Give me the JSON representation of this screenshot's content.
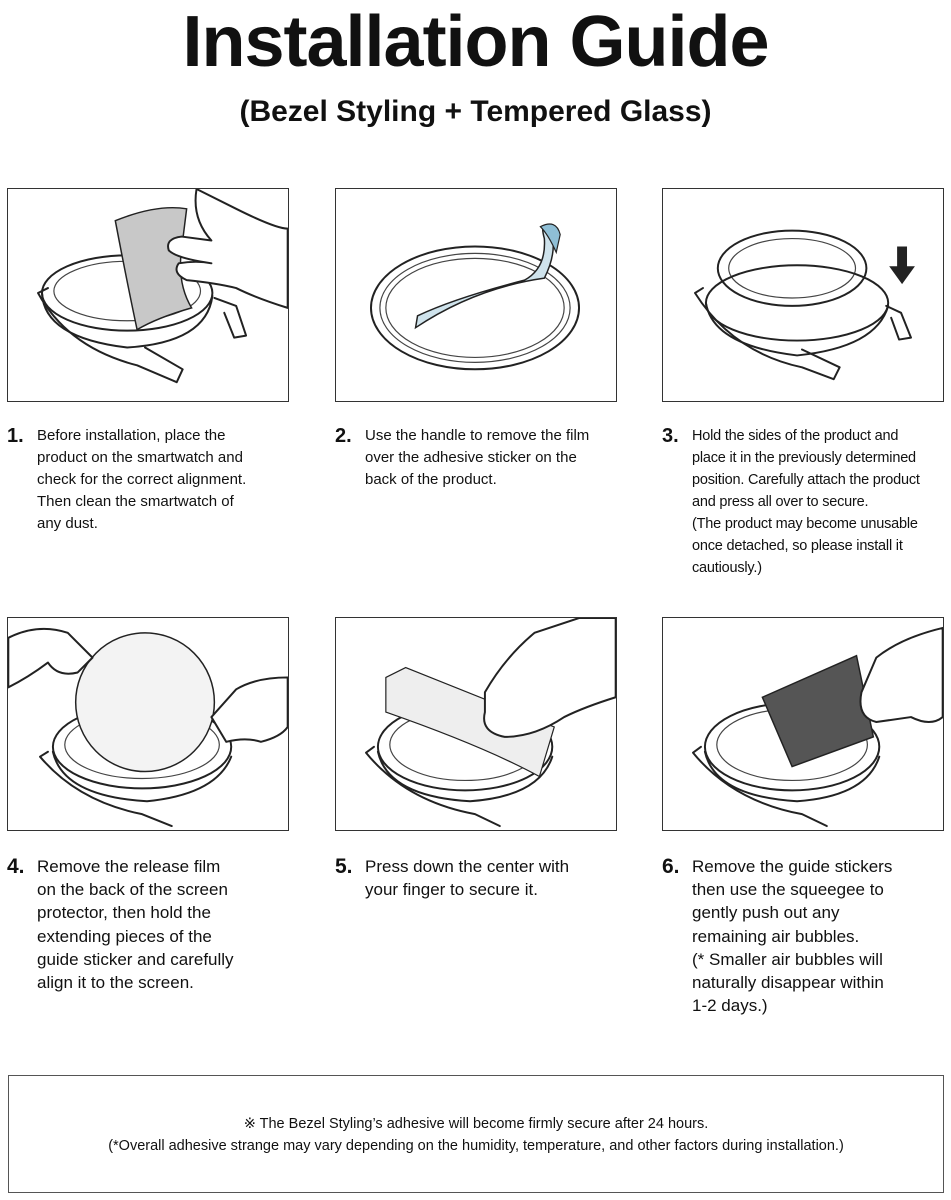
{
  "header": {
    "title": "Installation Guide",
    "subtitle": "(Bezel Styling + Tempered Glass)"
  },
  "steps": [
    {
      "number": "1.",
      "text": "Before installation, place the\nproduct on the smartwatch and\ncheck for the correct alignment.\nThen clean the smartwatch of\nany dust."
    },
    {
      "number": "2.",
      "text": "Use the handle to remove the film\nover the adhesive sticker on the\nback of the product."
    },
    {
      "number": "3.",
      "text": "Hold the sides of the product and\nplace it in the previously determined\nposition. Carefully attach the product\nand press all over to secure.\n(The product may become unusable\nonce detached, so please install it\ncautiously.)"
    },
    {
      "number": "4.",
      "text": "Remove the release film\non the back of the screen\nprotector, then hold the\nextending pieces of the\nguide sticker and carefully\nalign it to the screen."
    },
    {
      "number": "5.",
      "text": "Press down the center with\nyour finger to secure it."
    },
    {
      "number": "6.",
      "text": "Remove the guide stickers\nthen use the squeegee to\ngently push out any\nremaining air bubbles.\n(* Smaller air bubbles will\nnaturally disappear within\n1-2 days.)"
    }
  ],
  "illustrations": [
    {
      "icon": "watch-with-film-hand-icon"
    },
    {
      "icon": "bezel-adhesive-film-peel-icon"
    },
    {
      "icon": "bezel-placement-arrow-icon"
    },
    {
      "icon": "screen-protector-alignment-icon"
    },
    {
      "icon": "finger-press-center-icon"
    },
    {
      "icon": "squeegee-bubbles-icon"
    }
  ],
  "note": {
    "line1": "※ The Bezel Styling’s adhesive will become firmly secure after 24 hours.",
    "line2": "(*Overall adhesive strange may vary depending on the humidity, temperature, and other factors during installation.)"
  }
}
